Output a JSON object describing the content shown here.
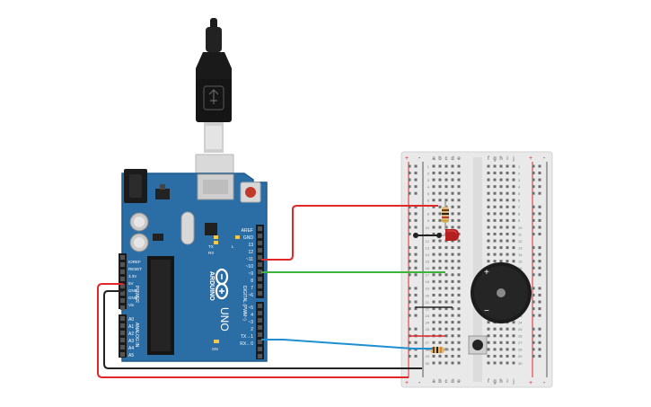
{
  "colors": {
    "background": "#ffffff",
    "board": "#2b6ea6",
    "board_dark": "#1f5a8c",
    "breadboard": "#e9e9e9",
    "wire_red": "#e0282a",
    "wire_green": "#3cb43c",
    "wire_blue": "#1e8fd0",
    "wire_black": "#222222"
  },
  "arduino": {
    "logo_brand": "ARDUINO",
    "model": "UNO",
    "header_digital_label": "DIGITAL (PWM~)",
    "power_label": "POWER",
    "analog_label": "ANALOG IN",
    "on_label": "ON",
    "tx_label": "TX",
    "rx_label": "RX",
    "l_label": "L",
    "digital_pins": [
      "AREF",
      "GND",
      "13",
      "12",
      "~11",
      "~10",
      "~9",
      "8",
      "7",
      "~6",
      "~5",
      "4",
      "~3",
      "2",
      "TX→1",
      "RX←0"
    ],
    "power_pins": [
      "IOREF",
      "RESET",
      "3.3V",
      "5V",
      "GND",
      "GND",
      "Vin"
    ],
    "analog_pins": [
      "A0",
      "A1",
      "A2",
      "A3",
      "A4",
      "A5"
    ]
  },
  "breadboard": {
    "columns_left": [
      "a",
      "b",
      "c",
      "d",
      "e"
    ],
    "columns_right": [
      "f",
      "g",
      "h",
      "i",
      "j"
    ],
    "rows": [
      "1",
      "2",
      "3",
      "4",
      "5",
      "6",
      "7",
      "8",
      "9",
      "10",
      "11",
      "12",
      "13",
      "14",
      "15",
      "16",
      "17",
      "18",
      "19",
      "20",
      "21",
      "22",
      "23",
      "24",
      "25",
      "26",
      "27",
      "28",
      "29",
      "30"
    ],
    "rail_plus": "+",
    "rail_minus": "-"
  },
  "buzzer": {
    "plus": "+",
    "minus": "−"
  }
}
